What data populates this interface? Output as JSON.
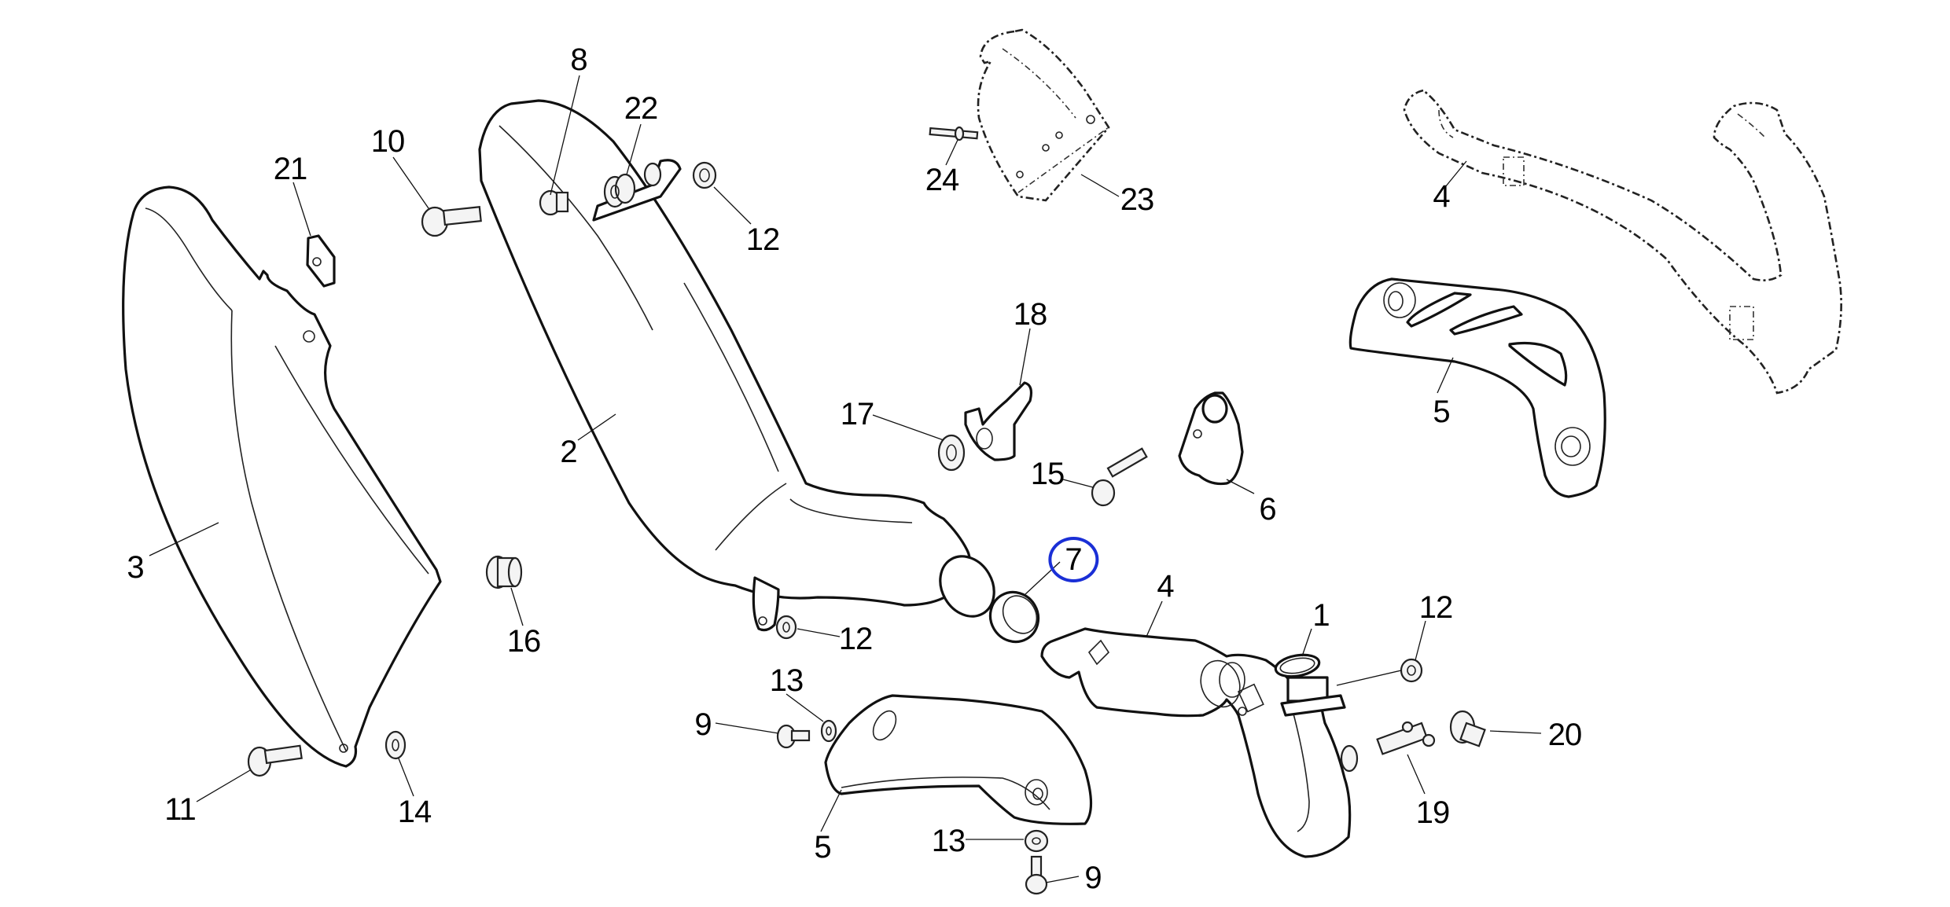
{
  "diagram": {
    "type": "exploded-parts-diagram",
    "subject": "exhaust-system",
    "highlight_color": "#1a2fd6",
    "selected_callout": "7",
    "callouts": [
      {
        "id": "c8",
        "label": "8"
      },
      {
        "id": "c22",
        "label": "22"
      },
      {
        "id": "c10",
        "label": "10"
      },
      {
        "id": "c21",
        "label": "21"
      },
      {
        "id": "c12a",
        "label": "12"
      },
      {
        "id": "c24",
        "label": "24"
      },
      {
        "id": "c23",
        "label": "23"
      },
      {
        "id": "c4a",
        "label": "4"
      },
      {
        "id": "c18",
        "label": "18"
      },
      {
        "id": "c17",
        "label": "17"
      },
      {
        "id": "c5a",
        "label": "5"
      },
      {
        "id": "c2",
        "label": "2"
      },
      {
        "id": "c15",
        "label": "15"
      },
      {
        "id": "c6",
        "label": "6"
      },
      {
        "id": "c3",
        "label": "3"
      },
      {
        "id": "c7",
        "label": "7"
      },
      {
        "id": "c4b",
        "label": "4"
      },
      {
        "id": "c16",
        "label": "16"
      },
      {
        "id": "c12b",
        "label": "12"
      },
      {
        "id": "c1",
        "label": "1"
      },
      {
        "id": "c12c",
        "label": "12"
      },
      {
        "id": "c13a",
        "label": "13"
      },
      {
        "id": "c9a",
        "label": "9"
      },
      {
        "id": "c20",
        "label": "20"
      },
      {
        "id": "c11",
        "label": "11"
      },
      {
        "id": "c14",
        "label": "14"
      },
      {
        "id": "c19",
        "label": "19"
      },
      {
        "id": "c5b",
        "label": "5"
      },
      {
        "id": "c13b",
        "label": "13"
      },
      {
        "id": "c9b",
        "label": "9"
      }
    ]
  }
}
